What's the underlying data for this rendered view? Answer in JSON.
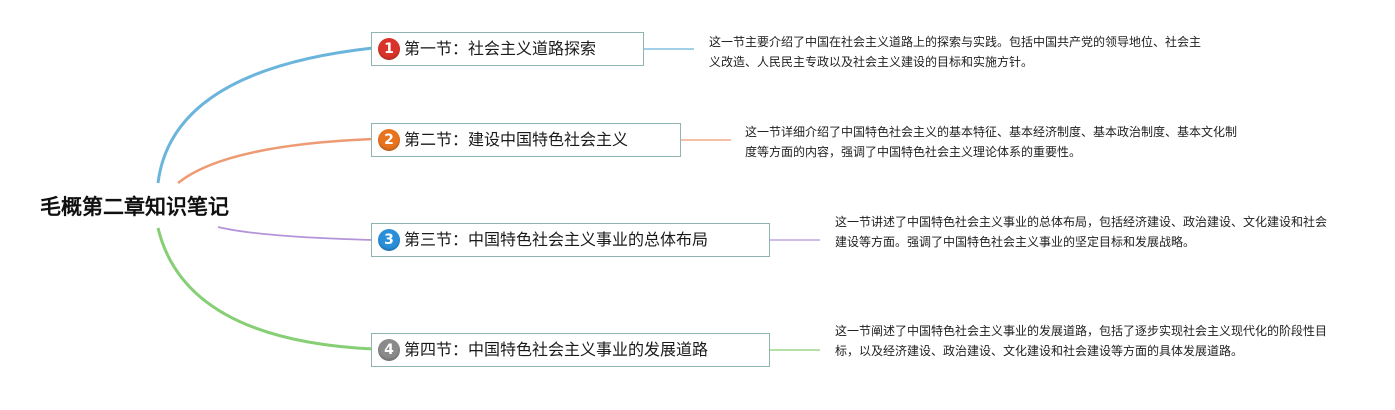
{
  "root": {
    "title": "毛概第二章知识笔记"
  },
  "branches": [
    {
      "badge": "1",
      "label": "第一节：社会主义道路探索",
      "color": "#6bb5dc",
      "badge_color": "#d9342b",
      "note": "这一节主要介绍了中国在社会主义道路上的探索与实践。包括中国共产党的领导地位、社会主义改造、人民民主专政以及社会主义建设的目标和实施方针。"
    },
    {
      "badge": "2",
      "label": "第二节：建设中国特色社会主义",
      "color": "#ee9a72",
      "badge_color": "#e8731f",
      "note": "这一节详细介绍了中国特色社会主义的基本特征、基本经济制度、基本政治制度、基本文化制度等方面的内容，强调了中国特色社会主义理论体系的重要性。"
    },
    {
      "badge": "3",
      "label": "第三节：中国特色社会主义事业的总体布局",
      "color": "#b394d8",
      "badge_color": "#2a8fd9",
      "note": "这一节讲述了中国特色社会主义事业的总体布局，包括经济建设、政治建设、文化建设和社会建设等方面。强调了中国特色社会主义事业的坚定目标和发展战略。"
    },
    {
      "badge": "4",
      "label": "第四节：中国特色社会主义事业的发展道路",
      "color": "#86cf75",
      "badge_color": "#8a8a8a",
      "note": "这一节阐述了中国特色社会主义事业的发展道路，包括了逐步实现社会主义现代化的阶段性目标，以及经济建设、政治建设、文化建设和社会建设等方面的具体发展道路。"
    }
  ]
}
